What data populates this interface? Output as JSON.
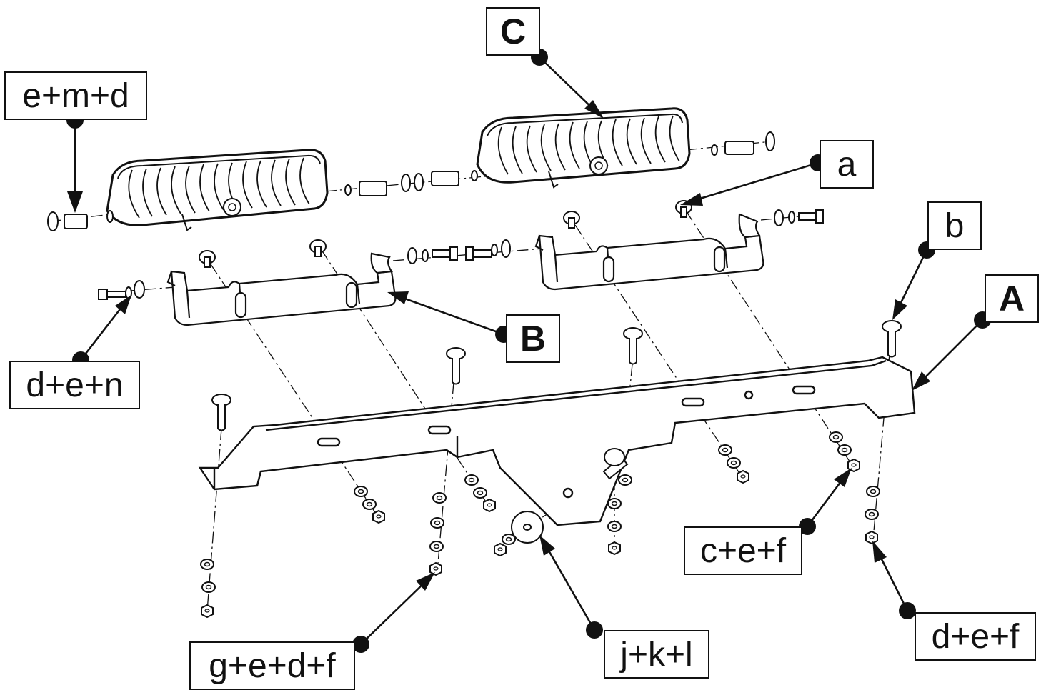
{
  "callouts": {
    "C": "C",
    "emd": "e+m+d",
    "a": "a",
    "b": "b",
    "A": "A",
    "B": "B",
    "den": "d+e+n",
    "cef": "c+e+f",
    "def": "d+e+f",
    "gedf": "g+e+d+f",
    "jkl": "j+k+l"
  }
}
